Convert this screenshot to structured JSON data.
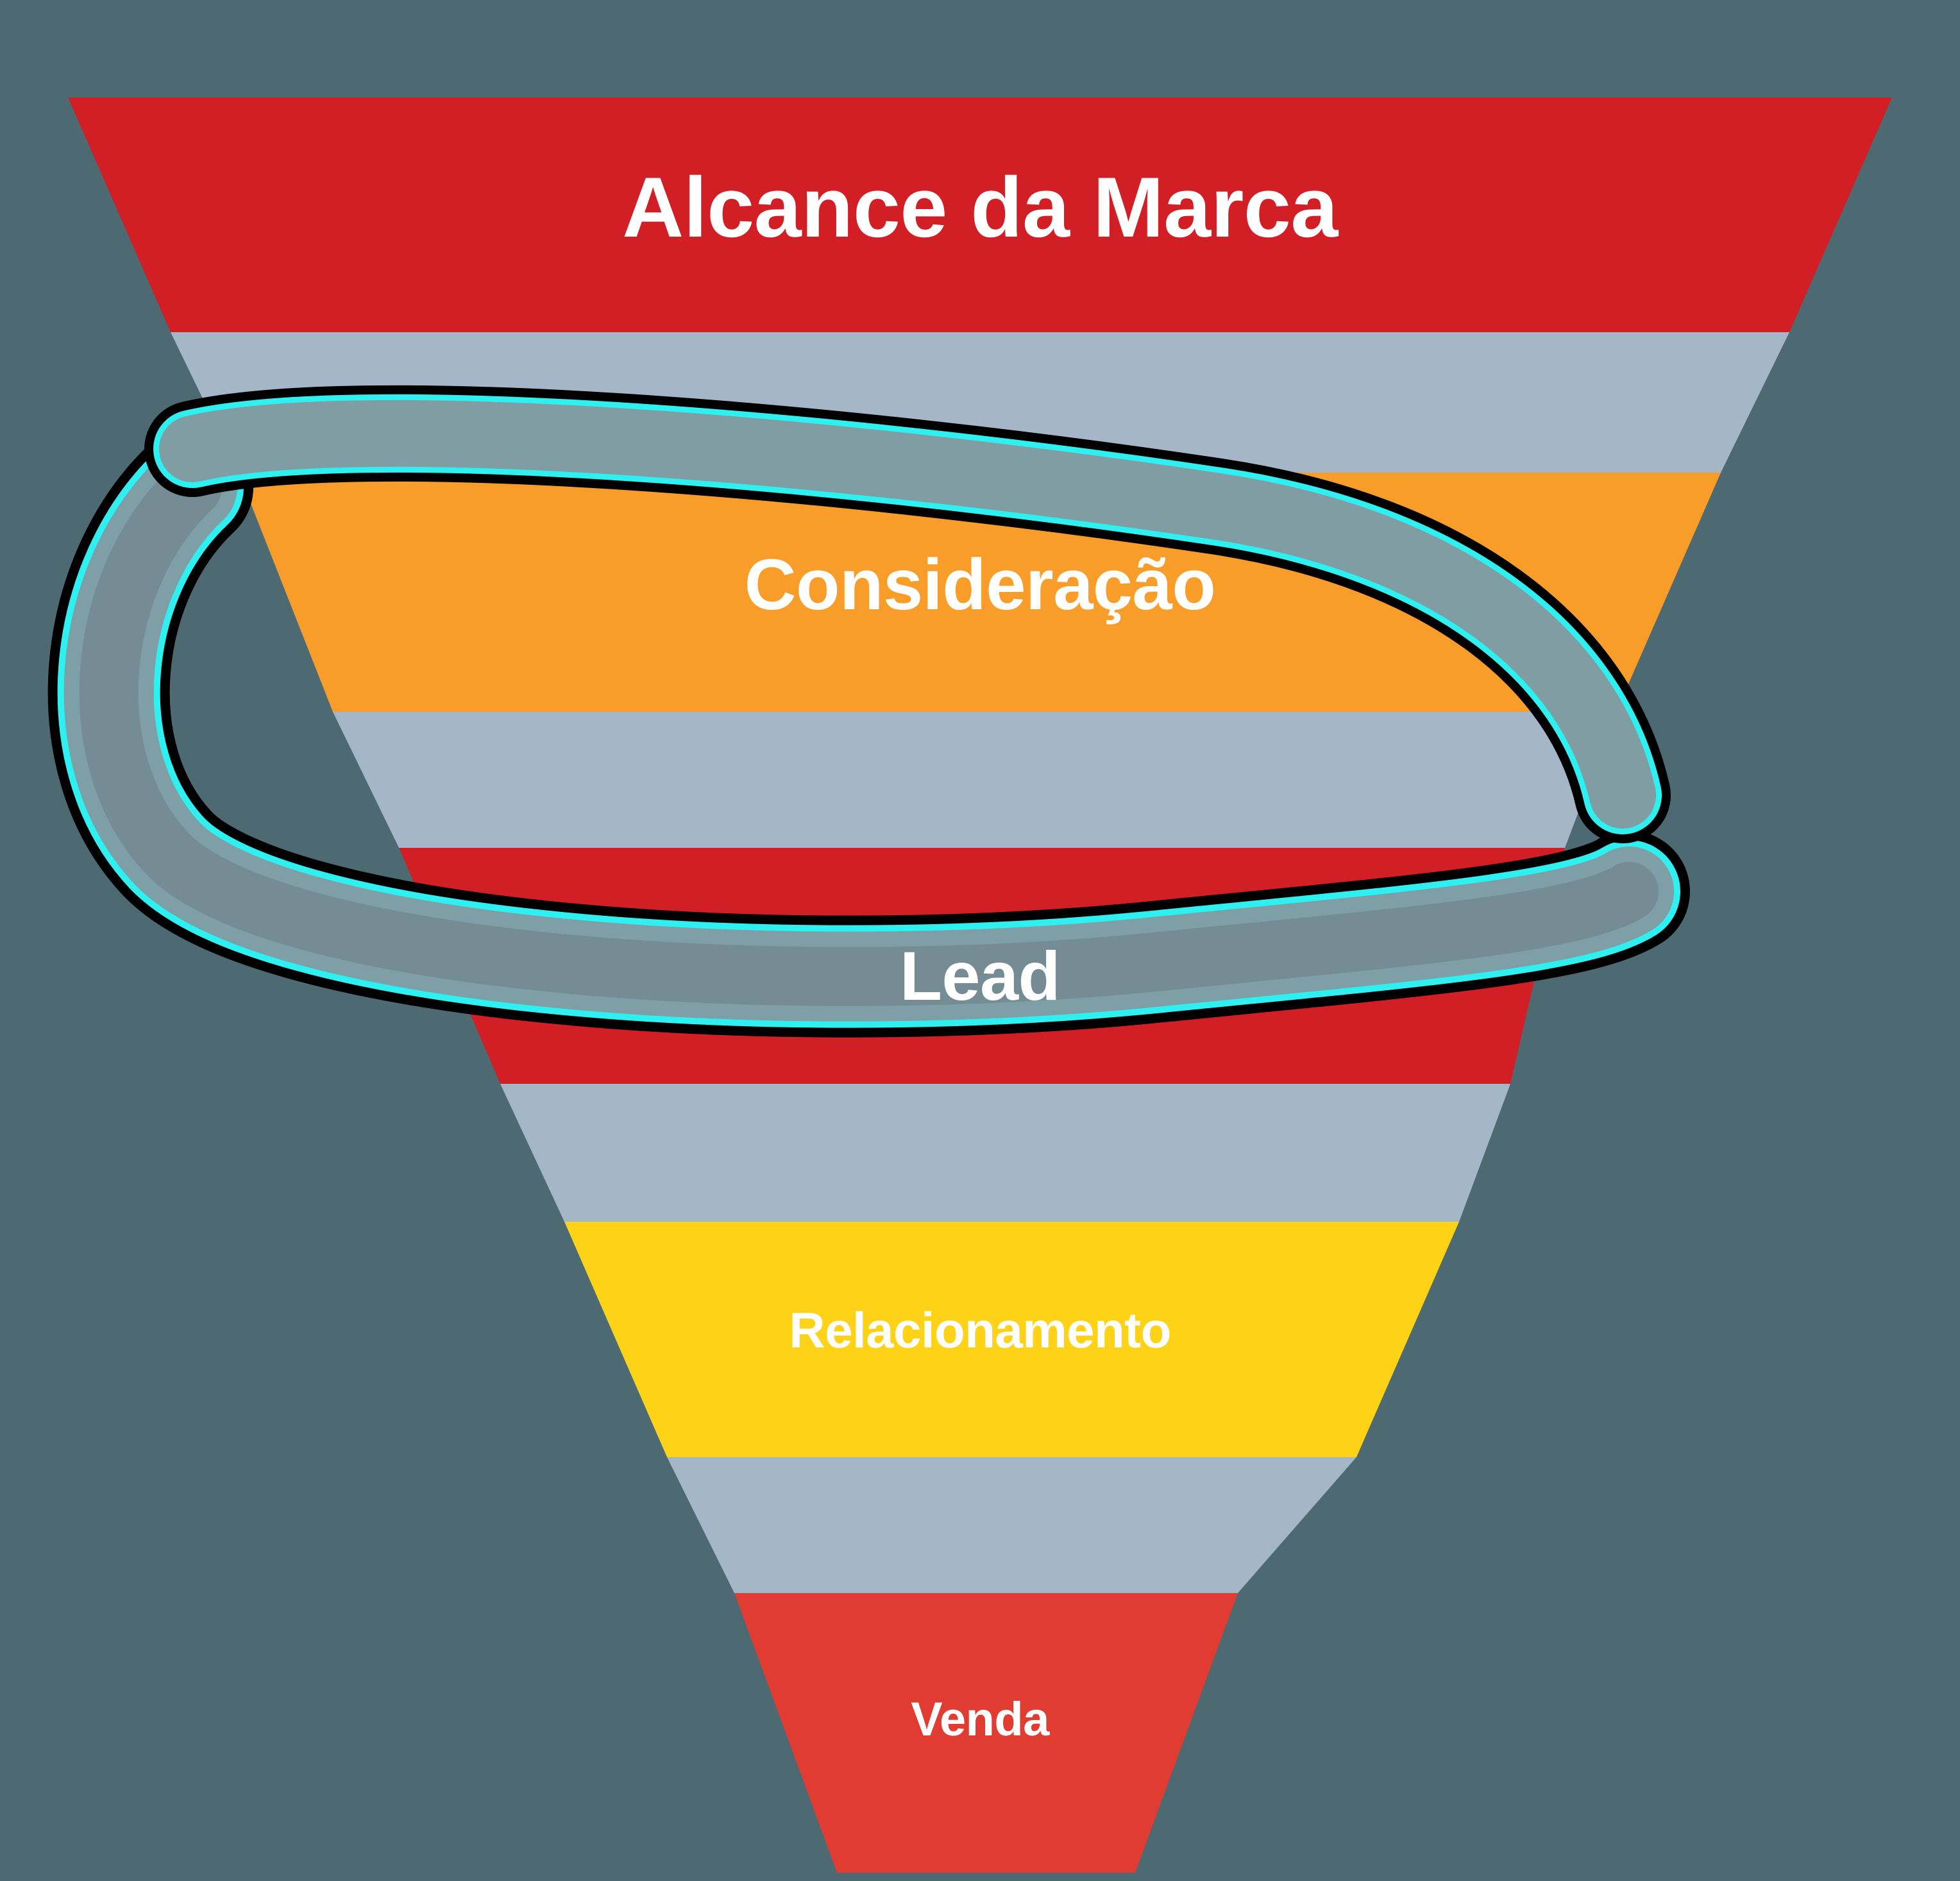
{
  "diagram": {
    "type": "marketing-funnel",
    "background_color": "#4d6a72",
    "connector_color": "#a5b6c9",
    "text_color": "#ffffff",
    "stages": [
      {
        "id": "alcance",
        "label": "Alcance da Marca",
        "color": "#d21f26",
        "order": 1
      },
      {
        "id": "consideracao",
        "label": "Consideração",
        "color": "#f99d2a",
        "order": 2
      },
      {
        "id": "lead",
        "label": "Lead",
        "color": "#d21f26",
        "order": 3
      },
      {
        "id": "relacionamento",
        "label": "Relacionamento",
        "color": "#fdd217",
        "order": 4
      },
      {
        "id": "venda",
        "label": "Venda",
        "color": "#e03c31",
        "order": 5
      }
    ]
  },
  "annotation": {
    "kind": "lasso-selection-highlight",
    "outline_color": "#000000",
    "glow_color": "#2ef0f0",
    "fill_color": "#8a939b"
  }
}
